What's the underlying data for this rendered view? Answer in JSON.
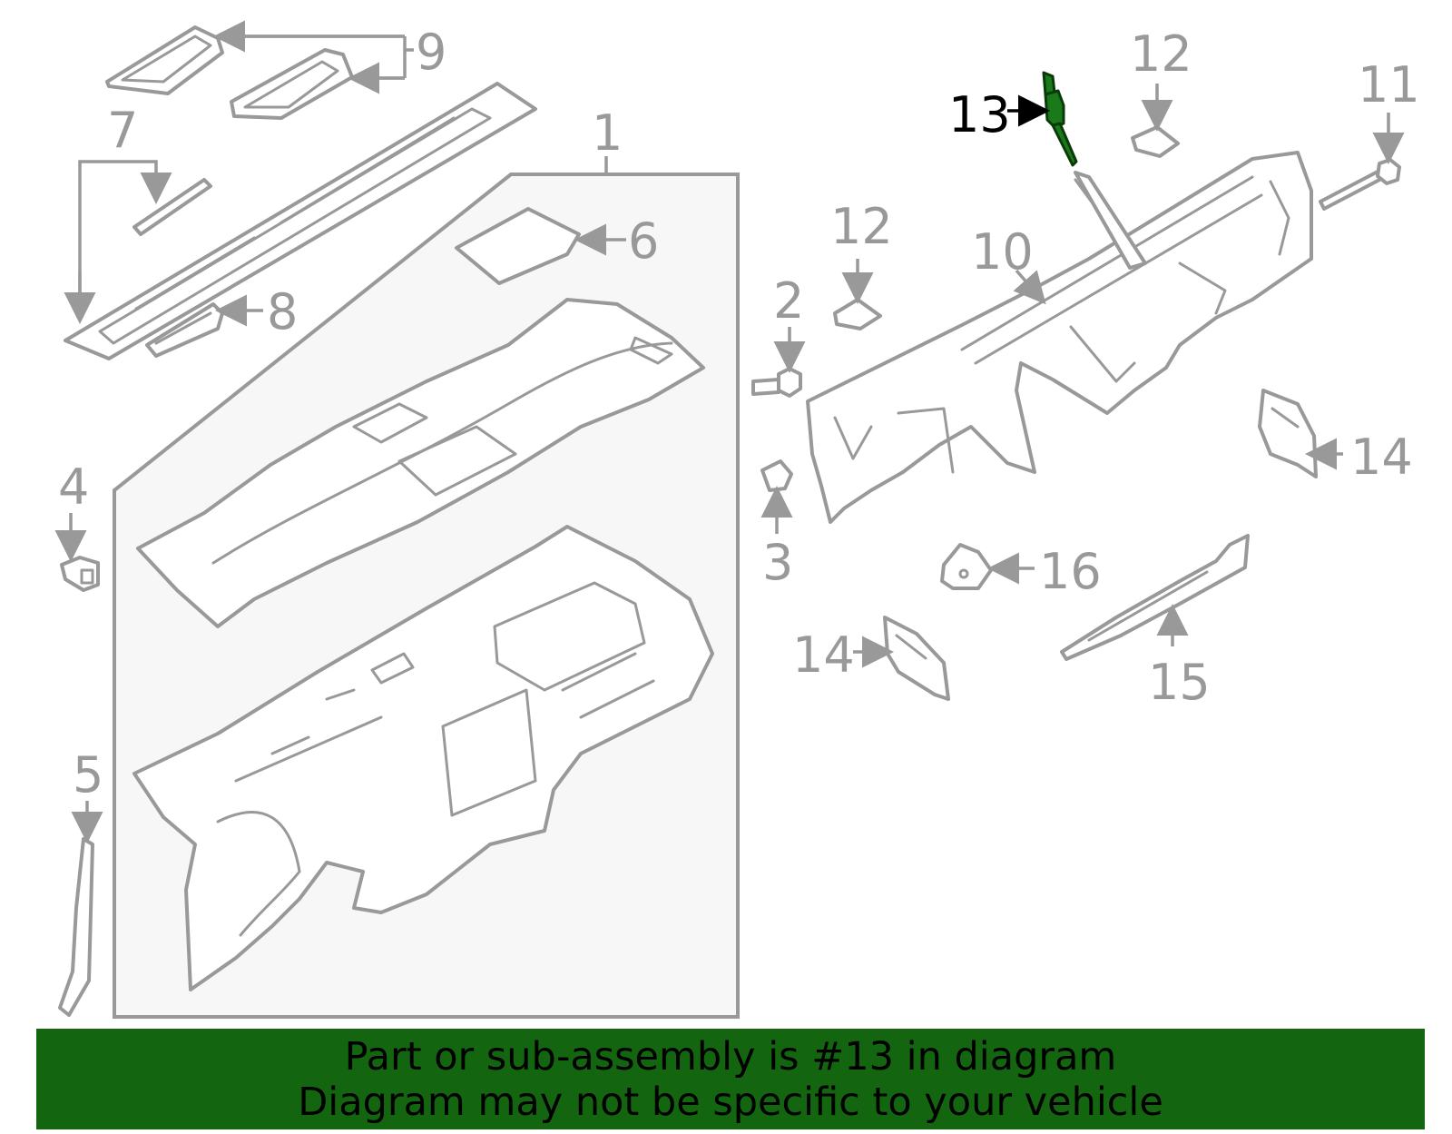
{
  "callouts": {
    "c1": "1",
    "c2": "2",
    "c3": "3",
    "c4": "4",
    "c5": "5",
    "c6": "6",
    "c7": "7",
    "c8": "8",
    "c9": "9",
    "c10": "10",
    "c11": "11",
    "c12a": "12",
    "c12b": "12",
    "c13": "13",
    "c14a": "14",
    "c14b": "14",
    "c15": "15",
    "c16": "16"
  },
  "highlight": {
    "part_number": "13",
    "color": "#1a7a1a"
  },
  "banner": {
    "line1": "Part or sub-assembly is #13 in diagram",
    "line2": "Diagram may not be specific to your vehicle",
    "background": "#14650f"
  }
}
